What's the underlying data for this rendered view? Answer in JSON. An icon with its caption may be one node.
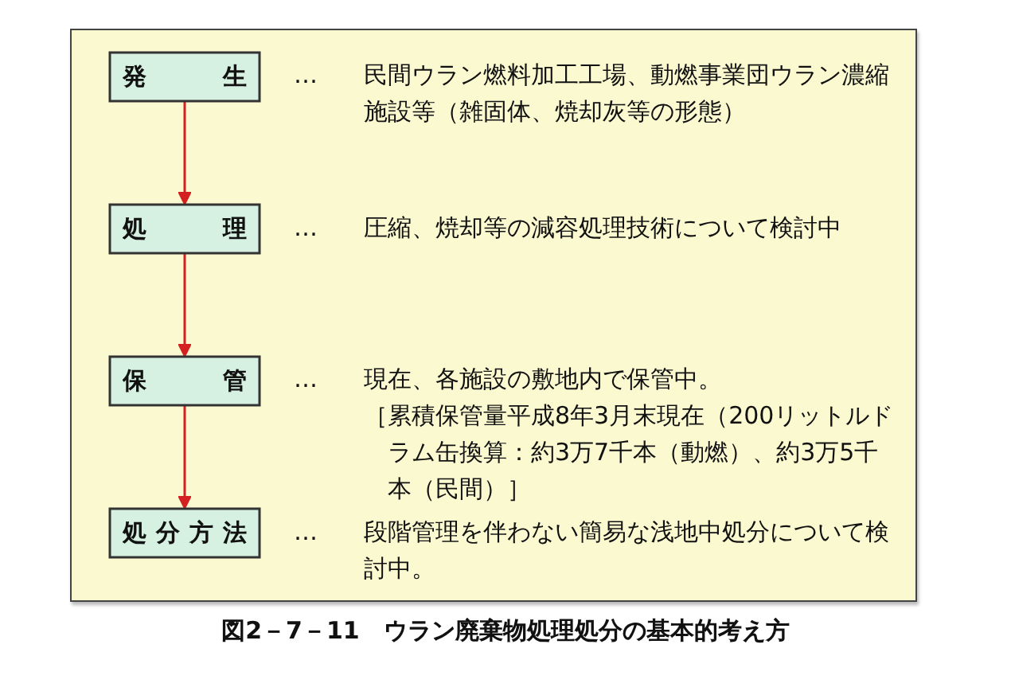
{
  "diagram": {
    "caption": "図2－7－11　ウラン廃棄物処理処分の基本的考え方",
    "nodes": [
      {
        "text": [
          "発生"
        ],
        "beside": [
          "…",
          "民間ウラン燃料加工工場、動燃事業団ウラン濃縮施設等（雑固体、焼却灰等の形態）"
        ]
      },
      {
        "text": [
          "処理"
        ],
        "beside": [
          "…",
          "圧縮、焼却等の減容処理技術について検討中"
        ]
      },
      {
        "text": [
          "保管"
        ],
        "beside": [
          "…",
          "現在、各施設の敷地内で保管中。",
          "［累積保管量平成8年3月末現在（200リットルドラム缶換算：約3万7千本（動燃）、約3万5千本（民間）］"
        ]
      },
      {
        "text": [
          "処分方法"
        ],
        "beside": [
          "…",
          "段階管理を伴わない簡易な浅地中処分について検討中。"
        ]
      }
    ],
    "edges": [
      {
        "from": 0,
        "to": 1,
        "arrow": "to"
      },
      {
        "from": 1,
        "to": 2,
        "arrow": "to"
      },
      {
        "from": 2,
        "to": 3,
        "arrow": "to"
      }
    ]
  }
}
